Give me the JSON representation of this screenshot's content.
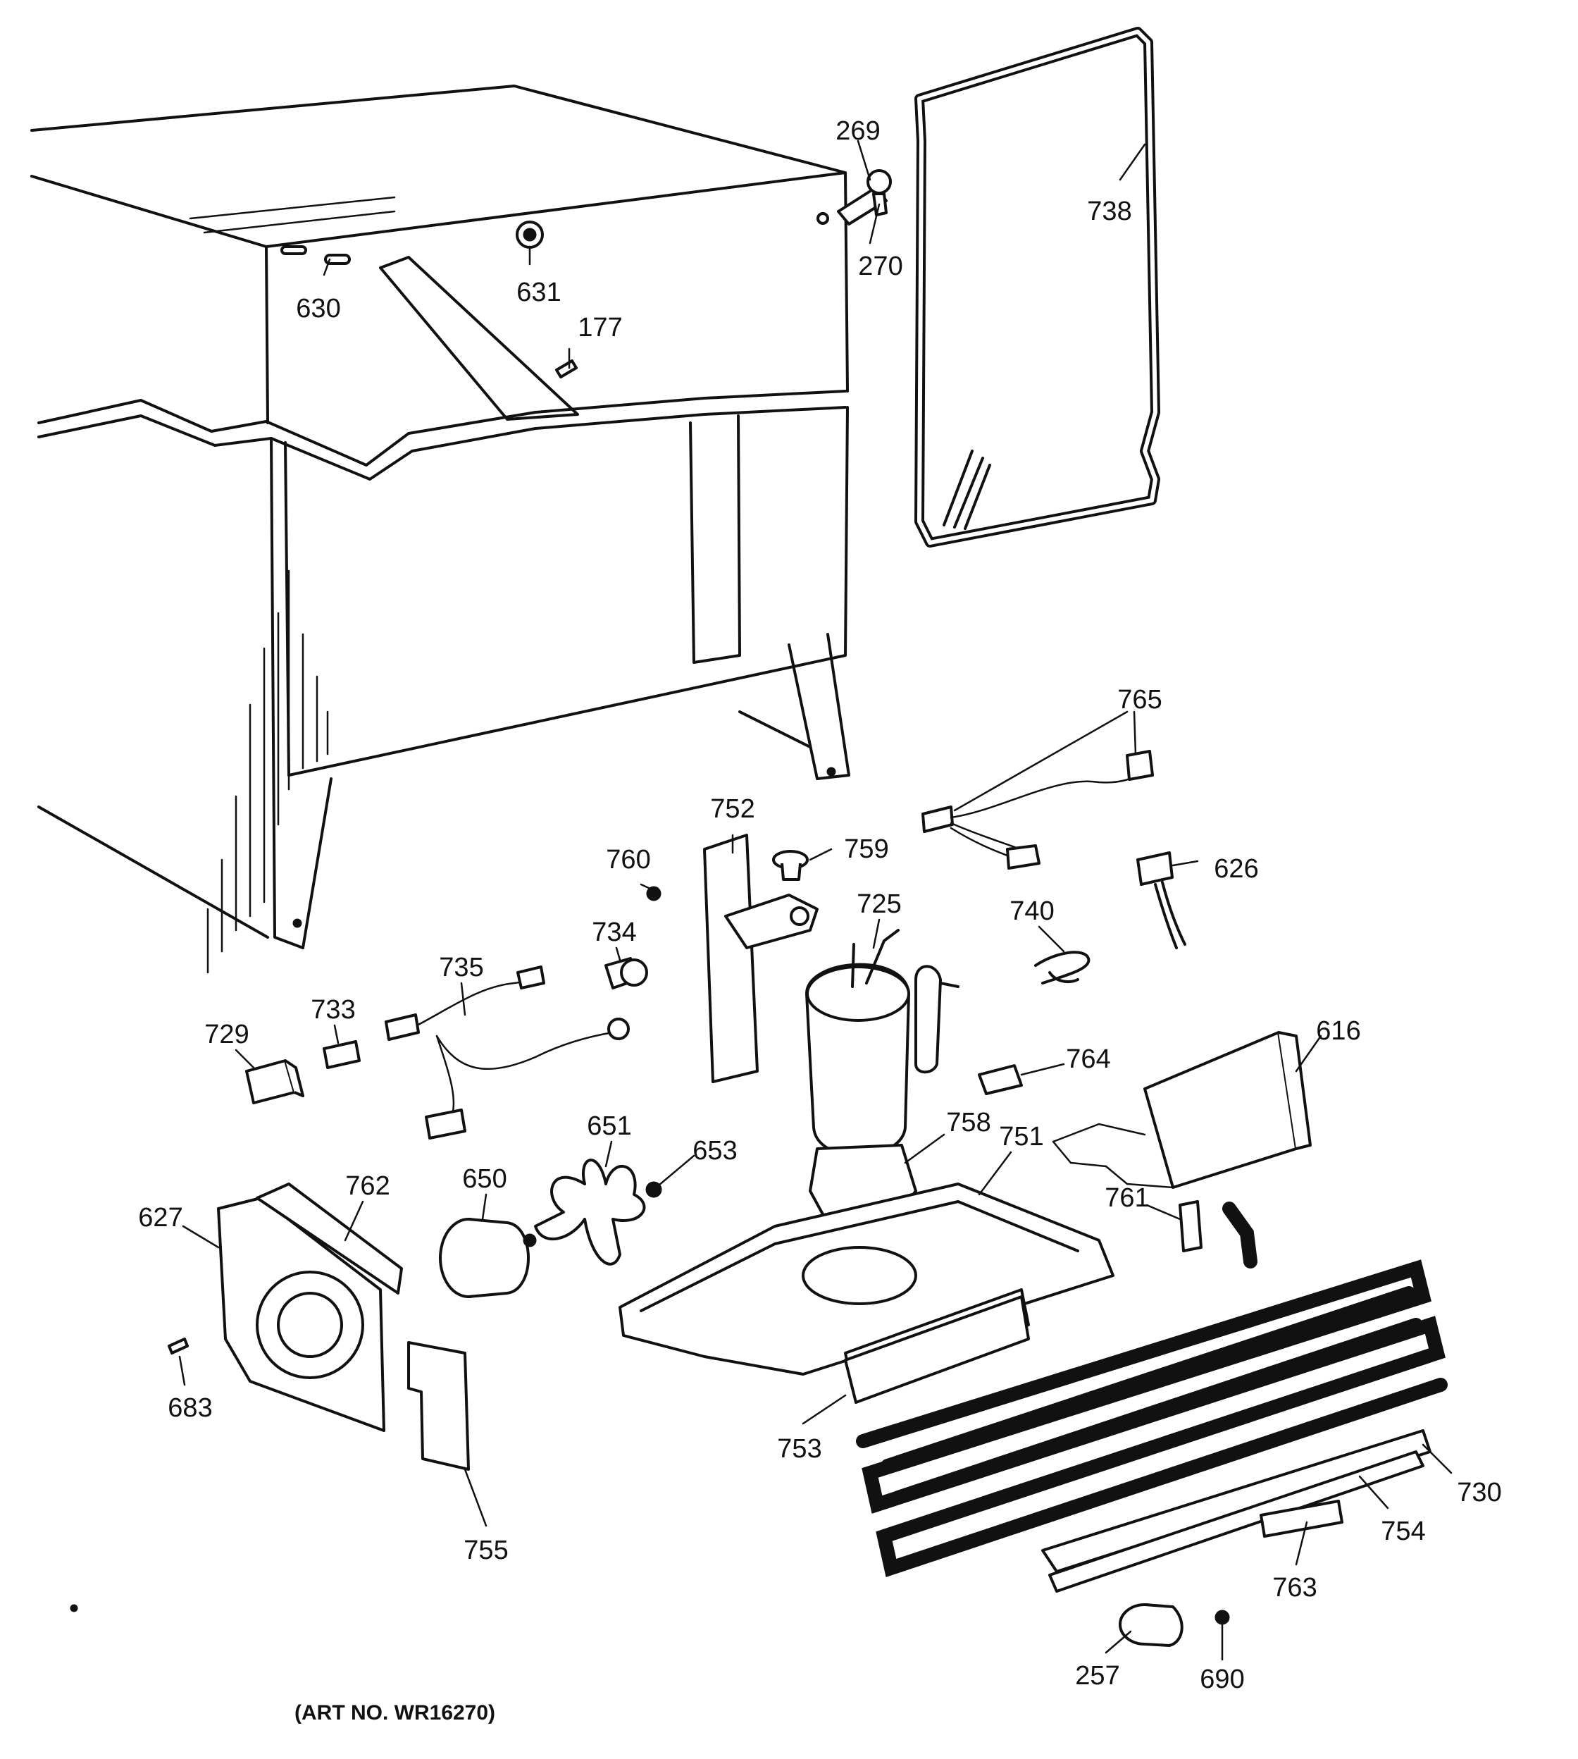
{
  "art_number": "(ART NO. WR16270)",
  "part_labels": [
    "269",
    "738",
    "270",
    "630",
    "631",
    "177",
    "765",
    "752",
    "759",
    "760",
    "725",
    "626",
    "734",
    "740",
    "735",
    "733",
    "729",
    "616",
    "764",
    "651",
    "653",
    "758",
    "650",
    "751",
    "762",
    "627",
    "761",
    "683",
    "755",
    "753",
    "730",
    "754",
    "763",
    "257",
    "690"
  ],
  "colors": {
    "ink": "#111111",
    "background": "#ffffff"
  }
}
